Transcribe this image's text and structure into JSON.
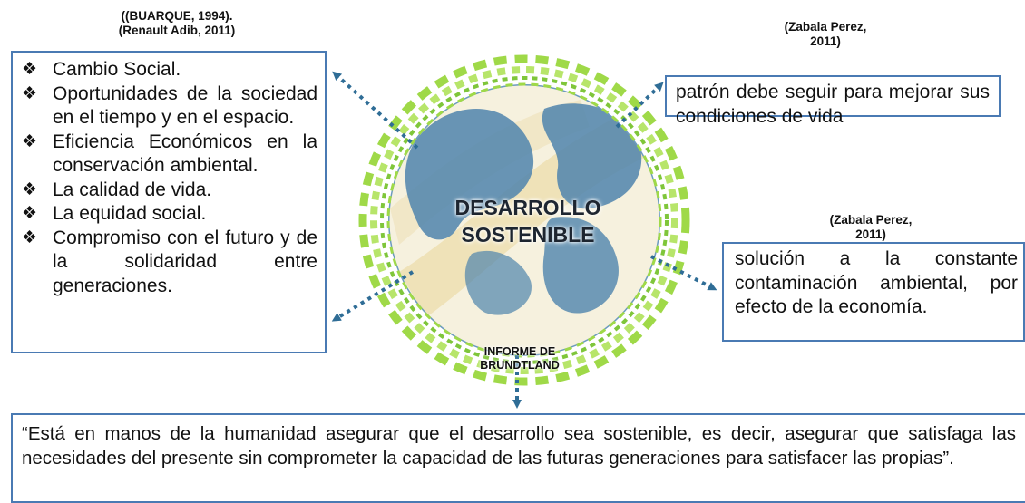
{
  "citations": {
    "top_left": "((BUARQUE, 1994).\n(Renault Adib, 2011)",
    "top_right": "(Zabala Perez,\n2011)",
    "middle_right": "(Zabala Perez,\n2011)"
  },
  "left_box": {
    "items": [
      "Cambio Social.",
      "Oportunidades de la sociedad en el tiempo y en el espacio.",
      "Eficiencia Económicos en la conservación ambiental.",
      "La calidad de vida.",
      "La equidad social.",
      "Compromiso con el futuro y de la solidaridad entre generaciones."
    ]
  },
  "top_right_box": {
    "text": "patrón debe seguir para mejorar sus condiciones de vida"
  },
  "middle_right_box": {
    "text": "solución a la constante contaminación ambiental, por efecto de la economía."
  },
  "center": {
    "line1": "DESARROLLO",
    "line2": "SOSTENIBLE"
  },
  "report_label": {
    "line1": "INFORME DE",
    "line2": "BRUNDTLAND"
  },
  "bottom_box": {
    "text": "“Está en manos de la humanidad asegurar que el desarrollo sea sostenible, es decir, asegurar que satisfaga las necesidades del presente sin comprometer la capacidad de las futuras generaciones para satisfacer las propias”."
  },
  "colors": {
    "border": "#4a7ab3",
    "arrow": "#2f6d96",
    "ring_green": "#9fd948",
    "globe_blue": "#4f84ad",
    "band_beige": "#eee0b4"
  }
}
